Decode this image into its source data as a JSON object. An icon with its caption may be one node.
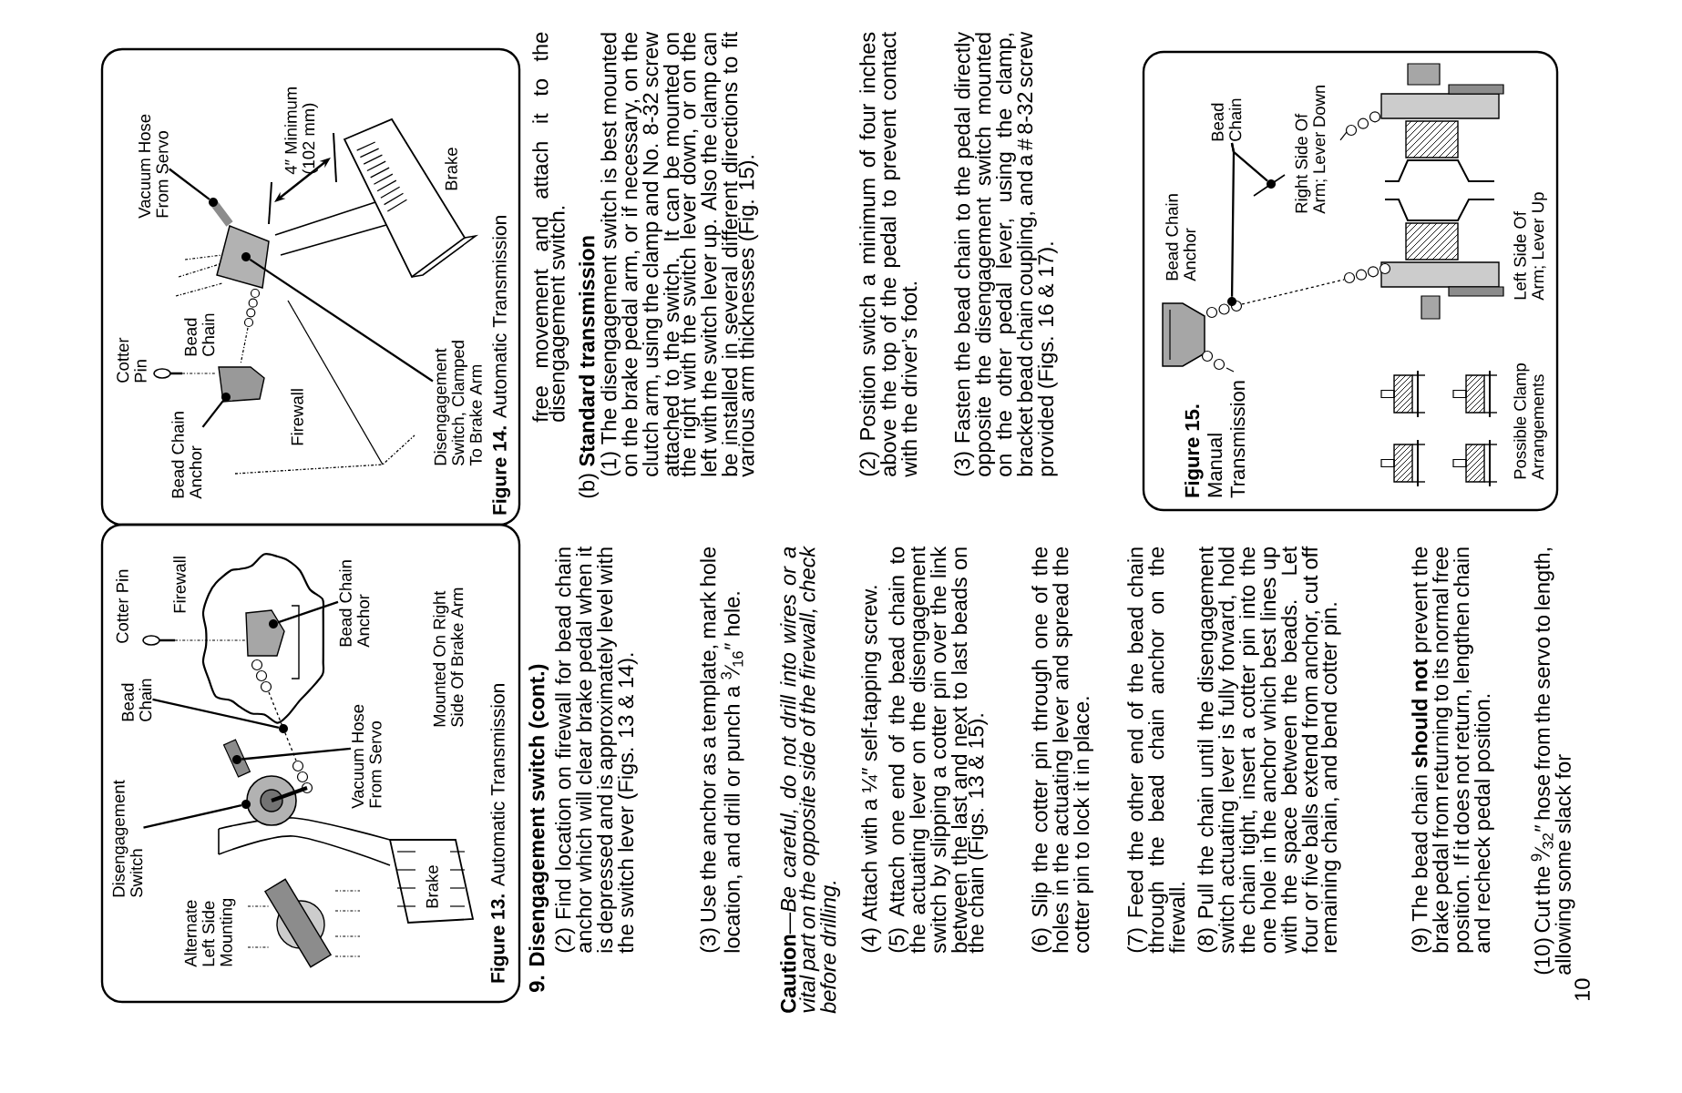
{
  "diagram": {
    "nodes": [
      {
        "text": [
          "**Figure 13.** Automatic Transmission"
        ]
      },
      {
        "text": [
          "Disengagement Switch"
        ],
        "in": 0
      },
      {
        "text": [
          "Bead Chain"
        ],
        "in": 0
      },
      {
        "text": [
          "Vacuum Hose From Servo"
        ],
        "in": 0
      },
      {
        "text": [
          "Bead Chain Anchor"
        ],
        "in": 0
      },
      {
        "text": [
          "**Figure 14.** Automatic Transmission"
        ]
      },
      {
        "text": [
          "Vacuum Hose From Servo"
        ],
        "in": 5
      },
      {
        "text": [
          "Bead Chain Anchor"
        ],
        "in": 5
      },
      {
        "text": [
          "Disengagement Switch, Clamped To Brake Arm"
        ],
        "in": 5
      },
      {
        "text": [
          "**Figure 15.** Manual Transmission"
        ]
      },
      {
        "text": [
          "Bead Chain"
        ],
        "in": 9
      },
      {
        "text": [],
        "shape": "picture",
        "in": 0
      },
      {
        "text": [],
        "shape": "picture",
        "in": 0
      },
      {
        "text": [],
        "shape": "picture",
        "in": 0
      },
      {
        "text": [],
        "shape": "picture",
        "in": 0
      },
      {
        "text": [],
        "shape": "picture",
        "in": 5
      },
      {
        "text": [],
        "shape": "picture",
        "in": 5
      },
      {
        "text": [],
        "shape": "picture",
        "in": 5
      },
      {
        "text": [],
        "shape": "picture",
        "in": 9
      },
      {
        "text": [],
        "shape": "picture",
        "in": 9
      }
    ],
    "edges": [
      {
        "from": 1,
        "to": 14,
        "arrow": "none"
      },
      {
        "from": 2,
        "to": 12,
        "arrow": "none"
      },
      {
        "from": 3,
        "to": 13,
        "arrow": "none"
      },
      {
        "from": 4,
        "to": 11,
        "arrow": "none"
      },
      {
        "from": 6,
        "to": 15,
        "arrow": "none"
      },
      {
        "from": 7,
        "to": 17,
        "arrow": "none"
      },
      {
        "from": 8,
        "to": 16,
        "arrow": "none"
      },
      {
        "from": 10,
        "to": 19,
        "arrow": "none"
      },
      {
        "from": 10,
        "to": 18,
        "arrow": "none"
      }
    ],
    "labels": [
      "Alternate Left Side Mounting",
      "Cotter Pin",
      "Firewall",
      "Mounted On Right Side Of Brake Arm",
      "Brake",
      "Cotter Pin",
      "Bead Chain",
      "Firewall",
      "4″ Minimum (102 mm)",
      "Brake",
      "Bead Chain Anchor",
      "Right Side Of Arm; Lever Down",
      "Left Side Of Arm; Lever Up",
      "Possible Clamp Arrangements",
      "9. Disengagement switch (cont.)",
      "(2) Find location on firewall for bead chain anchor which will clear brake pedal when it is depressed and is approximately level with the switch lever (Figs. 13 & 14).",
      "(3) Use the anchor as a template, mark hole location, and drill or punch a $^{3}$⁄$_{16}$″ hole.",
      "**Caution**—*Be careful, do not drill into wires or a vital part on the opposite side of the firewall, check before drilling.*",
      "(4) Attach with a ¼″ self-tapping screw.",
      "(5) Attach one end of the bead chain to the actuating lever on the disengagement switch by slipping a cotter pin over the link between the last and next to last beads on the chain (Figs. 13 & 15).",
      "(6) Slip the cotter pin through one of the holes in the actuating lever and spread the cotter pin to lock it in place.",
      "(7) Feed the other end of the bead chain through the bead chain anchor on the firewall.",
      "(8) Pull the chain until the disengagement switch actuating lever is fully forward, hold the chain tight, insert a cotter pin into the one hole in the anchor which best lines up with the space between the beads. Let four or five balls extend from anchor, cut off remaining chain, and bend cotter pin.",
      "(9) The bead chain **should not** prevent the brake pedal from returning to its normal free position. If it does not return, lengthen chain and recheck pedal position.",
      "(10) Cut the $^{9}$⁄$_{32}$″ hose from the servo to length, allowing some slack for",
      "free movement and attach it to the disengagement switch.",
      "(b) **Standard transmission**",
      "(1) The disengagement switch is best mounted on the brake pedal arm, or if necessary, on the clutch arm, using the clamp and No. 8-32 screw attached to the switch. It can be mounted on the right with the switch lever down, or on the left with the switch lever up. Also the clamp can be installed in several different directions to fit various arm thicknesses (Fig. 15).",
      "(2) Position switch a minimum of four inches above the top of the pedal to prevent contact with the driver’s foot.",
      "(3) Fasten the bead chain to the pedal directly opposite the disengagement switch mounted on the other pedal lever, using the clamp, bracket bead chain coupling, and a # 8-32 screw provided (Figs. 16 & 17).",
      "10"
    ]
  }
}
